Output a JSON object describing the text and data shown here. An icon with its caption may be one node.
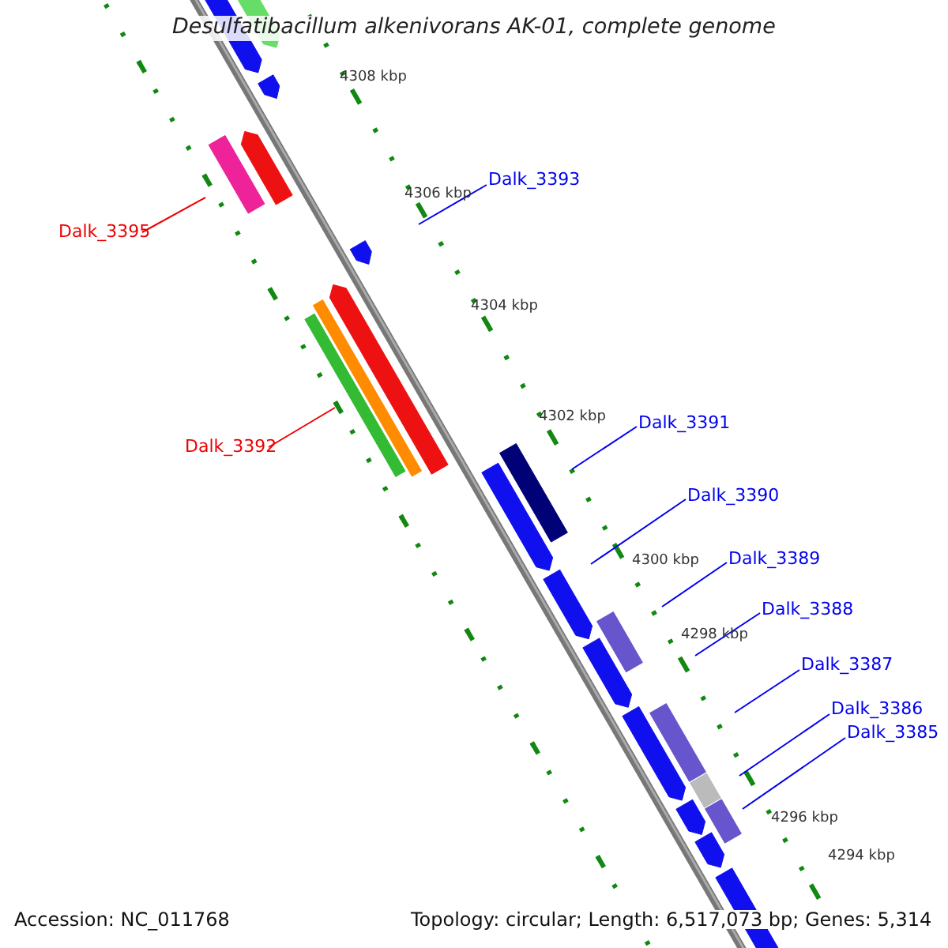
{
  "diagram": {
    "title": "Desulfatibacillum alkenivorans AK-01, complete genome",
    "nodes": [
      {
        "text": [
          "Dalk_3395"
        ]
      },
      {
        "text": [
          "Dalk_3393"
        ]
      },
      {
        "text": [
          "Dalk_3392"
        ]
      },
      {
        "text": [
          "Dalk_3391"
        ]
      },
      {
        "text": [
          "Dalk_3390"
        ]
      },
      {
        "text": [
          "Dalk_3389"
        ]
      },
      {
        "text": [
          "Dalk_3388"
        ]
      },
      {
        "text": [
          "Dalk_3387"
        ]
      },
      {
        "text": [
          "Dalk_3386"
        ]
      },
      {
        "text": [
          "Dalk_3385"
        ]
      }
    ],
    "edges": [
      {
        "from": 0,
        "to": null,
        "arrow": "none",
        "color": "#ee0000"
      },
      {
        "from": 1,
        "to": null,
        "arrow": "none"
      },
      {
        "from": 2,
        "to": null,
        "arrow": "none",
        "color": "#ee0000"
      },
      {
        "from": 3,
        "to": null,
        "arrow": "none"
      },
      {
        "from": 4,
        "to": null,
        "arrow": "none"
      },
      {
        "from": 5,
        "to": null,
        "arrow": "none"
      },
      {
        "from": 6,
        "to": null,
        "arrow": "none"
      },
      {
        "from": 7,
        "to": null,
        "arrow": "none"
      },
      {
        "from": 8,
        "to": null,
        "arrow": "none"
      },
      {
        "from": 9,
        "to": null,
        "arrow": "none"
      }
    ],
    "labels": [
      "4308 kbp",
      "4306 kbp",
      "4304 kbp",
      "4302 kbp",
      "4300 kbp",
      "4298 kbp",
      "4296 kbp",
      "4294 kbp",
      "Accession: NC_011768",
      "Topology: circular; Length: 6,517,073 bp; Genes: 5,314"
    ]
  }
}
